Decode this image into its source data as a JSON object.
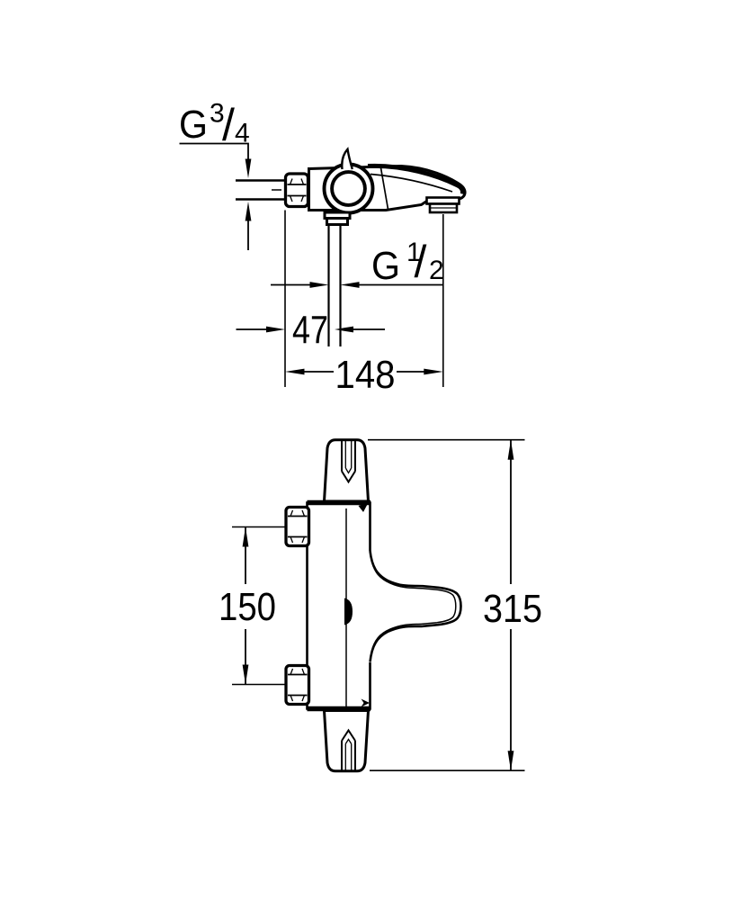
{
  "colors": {
    "ink": "#000000",
    "background": "#ffffff"
  },
  "side_view": {
    "thread_inlet": {
      "prefix": "G",
      "numerator": "3",
      "slash": "/",
      "denominator": "4"
    },
    "thread_outlet": {
      "prefix": "G",
      "numerator": "1",
      "slash": "/",
      "denominator": "2"
    },
    "dim_offset": "47",
    "dim_spout_projection": "148"
  },
  "front_view": {
    "dim_connection_distance": "150",
    "dim_overall_width": "315"
  }
}
